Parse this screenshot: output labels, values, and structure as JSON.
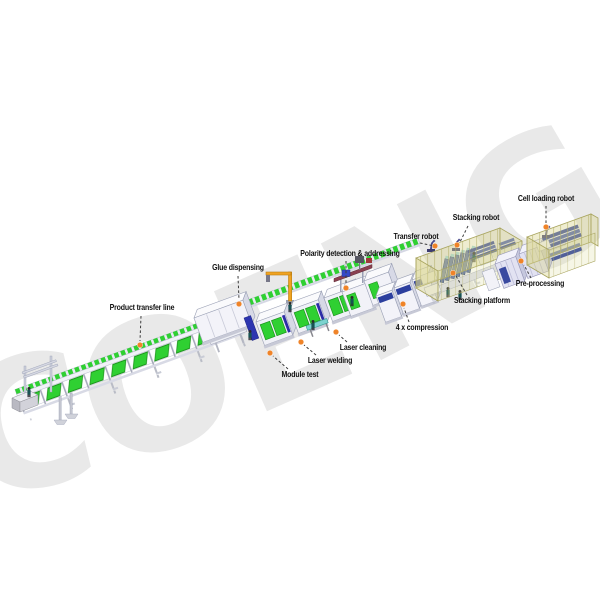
{
  "watermark": {
    "text": "COENG"
  },
  "labels": [
    {
      "id": "product-transfer-line",
      "text": "Product transfer line"
    },
    {
      "id": "glue-dispensing",
      "text": "Glue dispensing"
    },
    {
      "id": "polarity-detection",
      "text": "Polarity detection & addressing"
    },
    {
      "id": "module-test",
      "text": "Module test"
    },
    {
      "id": "laser-welding",
      "text": "Laser welding"
    },
    {
      "id": "laser-cleaning",
      "text": "Laser cleaning"
    },
    {
      "id": "compression",
      "text": "4 x compression"
    },
    {
      "id": "transfer-robot",
      "text": "Transfer robot"
    },
    {
      "id": "stacking-robot",
      "text": "Stacking robot"
    },
    {
      "id": "stacking-platform",
      "text": "Stacking platform"
    },
    {
      "id": "pre-processing",
      "text": "Pre-processing"
    },
    {
      "id": "cell-loading-robot",
      "text": "Cell loading robot"
    }
  ],
  "colors": {
    "wm": "#e9e9e9",
    "green": "#2fd032",
    "green-dark": "#1d941d",
    "dot": "#ef8328",
    "navy": "#2c3f9e",
    "steel": "#aab0c4",
    "khaki": "#d8d58f",
    "lavender": "#e2e2f2",
    "crane": "#f0a322",
    "leader": "#3c3c3c",
    "label": "#111111",
    "teal": "#7cd3cf"
  }
}
